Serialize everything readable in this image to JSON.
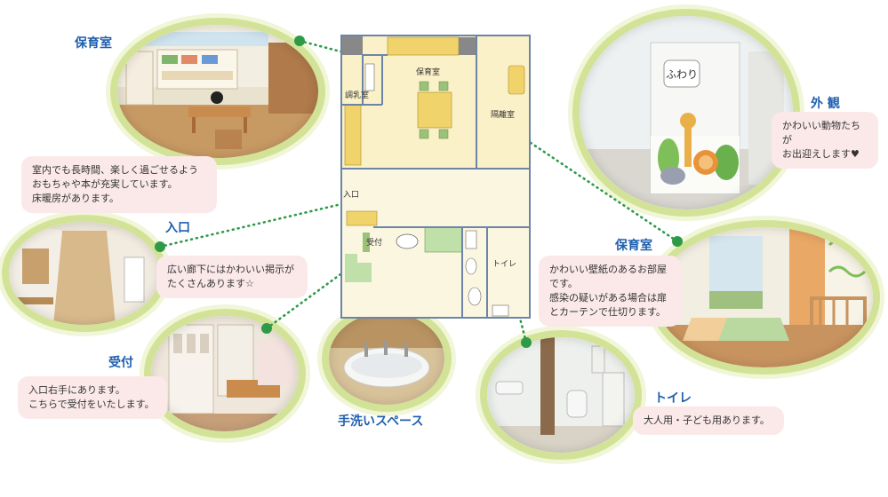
{
  "floorplan": {
    "rooms": {
      "nursery": "保育室",
      "formula_room": "調乳室",
      "isolation": "隔離室",
      "entrance": "入口",
      "reception": "受付",
      "toilet": "トイレ"
    }
  },
  "sections": {
    "nursery_top": {
      "title": "保育室",
      "caption": "室内でも長時間、楽しく過ごせるよう\nおもちゃや本が充実しています。\n床暖房があります。"
    },
    "entrance": {
      "title": "入口",
      "caption": "広い廊下にはかわいい掲示が\nたくさんあります☆"
    },
    "reception": {
      "title": "受付",
      "caption": "入口右手にあります。\nこちらで受付をいたします。"
    },
    "handwash": {
      "title": "手洗いスペース"
    },
    "exterior": {
      "title": "外 観",
      "caption": "かわいい動物たちが\nお出迎えします♥",
      "door_sign": "ふわり"
    },
    "nursery_right": {
      "title": "保育室",
      "caption": "かわいい壁紙のあるお部屋\nです。\n感染の疑いがある場合は扉\nとカーテンで仕切ります。"
    },
    "toilet": {
      "title": "トイレ",
      "caption": "大人用・子ども用あります。"
    }
  },
  "colors": {
    "heading": "#1f5fae",
    "caption_bg": "#fbe9ea",
    "dotted_line": "#2e9a48",
    "frame": "#c2d96a",
    "wall": "#6b84a8",
    "floor": "#fbf1c8",
    "furniture": "#f0d36a",
    "green_fixture": "#bfe0a8"
  }
}
